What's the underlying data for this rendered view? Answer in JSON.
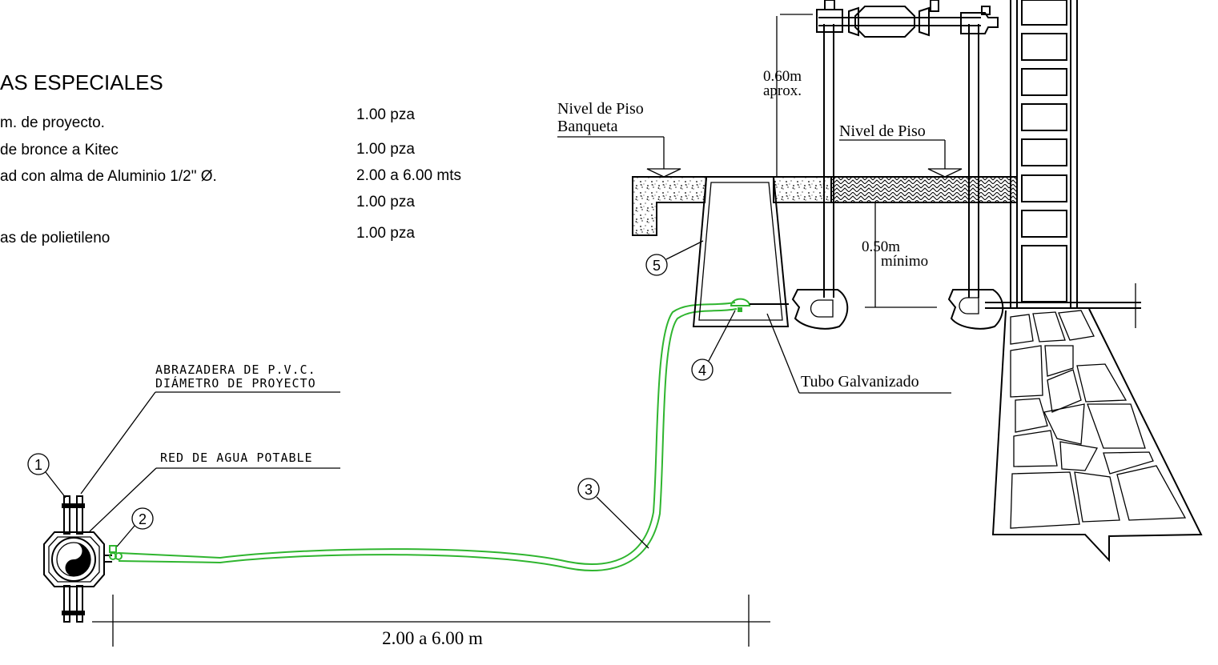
{
  "materials": {
    "title": "AS  ESPECIALES",
    "items": [
      {
        "desc": "m. de proyecto.",
        "qty": "1.00   pza"
      },
      {
        "desc": " de bronce a Kitec",
        "qty": "1.00   pza"
      },
      {
        "desc": "ad con alma de Aluminio  1/2\" Ø.",
        "qty": "2.00 a 6.00 mts"
      },
      {
        "desc": "",
        "qty": "1.00   pza"
      },
      {
        "desc": "as de polietileno",
        "qty": "1.00   pza"
      }
    ]
  },
  "labels": {
    "abrazadera_1": "ABRAZADERA DE P.V.C.",
    "abrazadera_2": "DIÁMETRO DE PROYECTO",
    "red_agua": "RED DE AGUA POTABLE",
    "nivel_banqueta_1": "Nivel de Piso",
    "nivel_banqueta_2": "Banqueta",
    "nivel_piso": "Nivel de Piso",
    "altura_1": "0.60m",
    "altura_2": "aprox.",
    "profundidad_1": "0.50m",
    "profundidad_2": "mínimo",
    "tubo": "Tubo Galvanizado",
    "distancia": "2.00   a   6.00   m"
  },
  "callouts": [
    "1",
    "2",
    "3",
    "4",
    "5"
  ],
  "colors": {
    "line": "#000000",
    "pipe": "#2fb52f",
    "background": "#ffffff"
  }
}
